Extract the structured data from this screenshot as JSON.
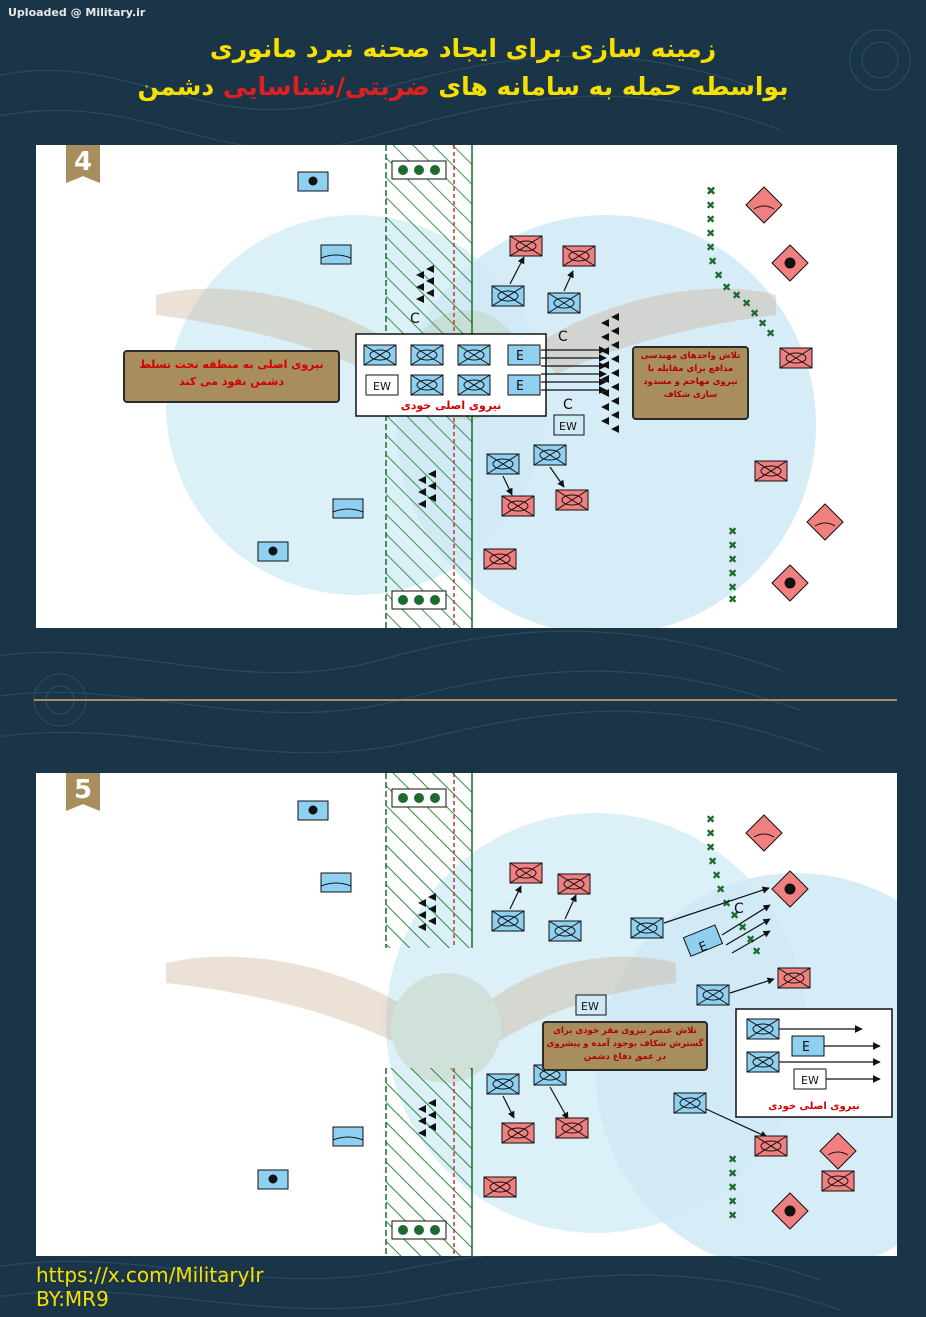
{
  "watermark": {
    "uploaded": "Uploaded @ Military.ir"
  },
  "header": {
    "line1": "زمینه سازی برای ایجاد صحنه نبرد مانوری",
    "line2_before": "بواسطه حمله به سامانه های",
    "line2_highlight": "ضربتی/شناسایی",
    "line2_after": "دشمن"
  },
  "panel4": {
    "number": "4",
    "note_left": "نیروی اصلی  به منطقه تحت تسلط دشمن نفوذ می کند",
    "note_right": "تلاش واحدهای مهندسی مدافع برای مقابله با نیروی مهاجم و مسدود سازی شکاف",
    "main_force_label": "نیروی اصلی  خودی",
    "ew_label": "EW",
    "c_label": "C",
    "e_label": "E"
  },
  "panel5": {
    "number": "5",
    "note_center": "تلاش عنصر نیروی  مقر خودی برای گسترش شکاف بوجود آمده و پیشروی در عمق دفاع دشمن",
    "main_force_label": "نیروی اصلی خودی",
    "ew_label": "EW",
    "c_label": "C",
    "e_label": "E"
  },
  "footer": {
    "url": "https://x.com/MilitaryIr",
    "by": "BY:MR9"
  },
  "colors": {
    "background": "#1b3548",
    "title_yellow": "#f6e000",
    "title_red": "#e02020",
    "friendly": "#8fd0f0",
    "enemy": "#f08080",
    "tan": "#a88d5d",
    "obstacle_green": "#1d6b2e"
  }
}
